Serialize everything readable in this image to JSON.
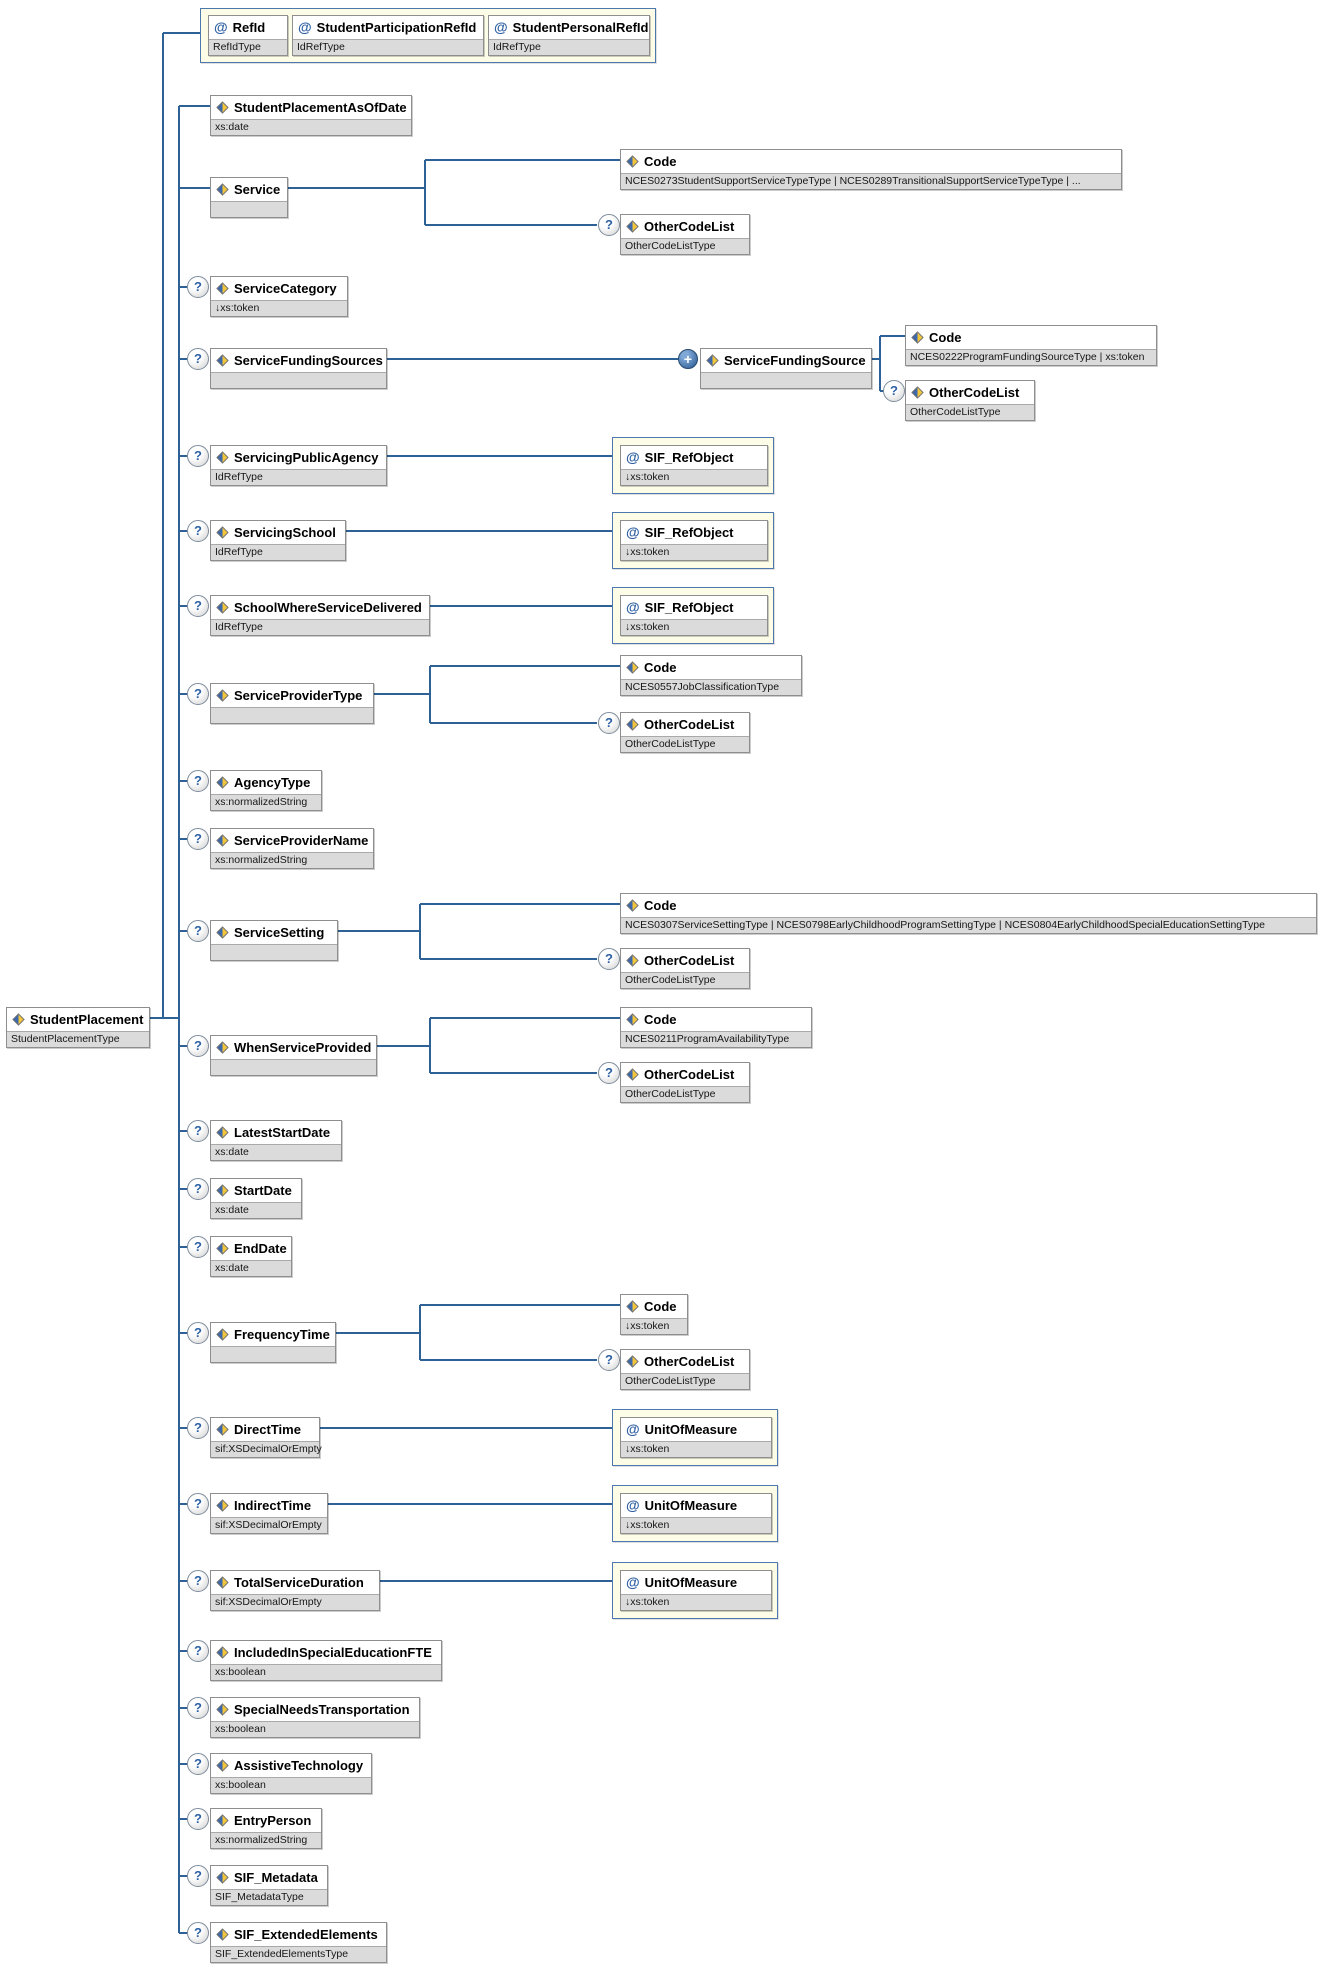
{
  "diagram": {
    "badges": {
      "optional": "?",
      "repeat": "+"
    },
    "icons": {
      "attribute_glyph": "@"
    },
    "root": {
      "name": "StudentPlacement",
      "type": "StudentPlacementType"
    },
    "attribute_group": {
      "attributes": [
        {
          "name": "RefId",
          "type": "RefIdType"
        },
        {
          "name": "StudentParticipationRefId",
          "type": "IdRefType"
        },
        {
          "name": "StudentPersonalRefId",
          "type": "IdRefType"
        }
      ]
    },
    "elements": [
      {
        "name": "StudentPlacementAsOfDate",
        "type": "xs:date",
        "optional": false
      },
      {
        "name": "Service",
        "type": "",
        "optional": false,
        "children": [
          {
            "name": "Code",
            "type": "NCES0273StudentSupportServiceTypeType | NCES0289TransitionalSupportServiceTypeType | ...",
            "optional": false
          },
          {
            "name": "OtherCodeList",
            "type": "OtherCodeListType",
            "optional": true
          }
        ]
      },
      {
        "name": "ServiceCategory",
        "type": "↓xs:token",
        "optional": true
      },
      {
        "name": "ServiceFundingSources",
        "type": "",
        "optional": true,
        "children": [
          {
            "name": "ServiceFundingSource",
            "type": "",
            "repeatable": true,
            "children": [
              {
                "name": "Code",
                "type": "NCES0222ProgramFundingSourceType | xs:token",
                "optional": false
              },
              {
                "name": "OtherCodeList",
                "type": "OtherCodeListType",
                "optional": true
              }
            ]
          }
        ]
      },
      {
        "name": "ServicingPublicAgency",
        "type": "IdRefType",
        "optional": true,
        "attributes": [
          {
            "name": "SIF_RefObject",
            "type": "↓xs:token"
          }
        ]
      },
      {
        "name": "ServicingSchool",
        "type": "IdRefType",
        "optional": true,
        "attributes": [
          {
            "name": "SIF_RefObject",
            "type": "↓xs:token"
          }
        ]
      },
      {
        "name": "SchoolWhereServiceDelivered",
        "type": "IdRefType",
        "optional": true,
        "attributes": [
          {
            "name": "SIF_RefObject",
            "type": "↓xs:token"
          }
        ]
      },
      {
        "name": "ServiceProviderType",
        "type": "",
        "optional": true,
        "children": [
          {
            "name": "Code",
            "type": "NCES0557JobClassificationType",
            "optional": false
          },
          {
            "name": "OtherCodeList",
            "type": "OtherCodeListType",
            "optional": true
          }
        ]
      },
      {
        "name": "AgencyType",
        "type": "xs:normalizedString",
        "optional": true
      },
      {
        "name": "ServiceProviderName",
        "type": "xs:normalizedString",
        "optional": true
      },
      {
        "name": "ServiceSetting",
        "type": "",
        "optional": true,
        "children": [
          {
            "name": "Code",
            "type": "NCES0307ServiceSettingType | NCES0798EarlyChildhoodProgramSettingType | NCES0804EarlyChildhoodSpecialEducationSettingType",
            "optional": false
          },
          {
            "name": "OtherCodeList",
            "type": "OtherCodeListType",
            "optional": true
          }
        ]
      },
      {
        "name": "WhenServiceProvided",
        "type": "",
        "optional": true,
        "children": [
          {
            "name": "Code",
            "type": "NCES0211ProgramAvailabilityType",
            "optional": false
          },
          {
            "name": "OtherCodeList",
            "type": "OtherCodeListType",
            "optional": true
          }
        ]
      },
      {
        "name": "LatestStartDate",
        "type": "xs:date",
        "optional": true
      },
      {
        "name": "StartDate",
        "type": "xs:date",
        "optional": true
      },
      {
        "name": "EndDate",
        "type": "xs:date",
        "optional": true
      },
      {
        "name": "FrequencyTime",
        "type": "",
        "optional": true,
        "children": [
          {
            "name": "Code",
            "type": "↓xs:token",
            "optional": false
          },
          {
            "name": "OtherCodeList",
            "type": "OtherCodeListType",
            "optional": true
          }
        ]
      },
      {
        "name": "DirectTime",
        "type": "sif:XSDecimalOrEmpty",
        "optional": true,
        "attributes": [
          {
            "name": "UnitOfMeasure",
            "type": "↓xs:token"
          }
        ]
      },
      {
        "name": "IndirectTime",
        "type": "sif:XSDecimalOrEmpty",
        "optional": true,
        "attributes": [
          {
            "name": "UnitOfMeasure",
            "type": "↓xs:token"
          }
        ]
      },
      {
        "name": "TotalServiceDuration",
        "type": "sif:XSDecimalOrEmpty",
        "optional": true,
        "attributes": [
          {
            "name": "UnitOfMeasure",
            "type": "↓xs:token"
          }
        ]
      },
      {
        "name": "IncludedInSpecialEducationFTE",
        "type": "xs:boolean",
        "optional": true
      },
      {
        "name": "SpecialNeedsTransportation",
        "type": "xs:boolean",
        "optional": true
      },
      {
        "name": "AssistiveTechnology",
        "type": "xs:boolean",
        "optional": true
      },
      {
        "name": "EntryPerson",
        "type": "xs:normalizedString",
        "optional": true
      },
      {
        "name": "SIF_Metadata",
        "type": "SIF_MetadataType",
        "optional": true
      },
      {
        "name": "SIF_ExtendedElements",
        "type": "SIF_ExtendedElementsType",
        "optional": true
      }
    ]
  }
}
